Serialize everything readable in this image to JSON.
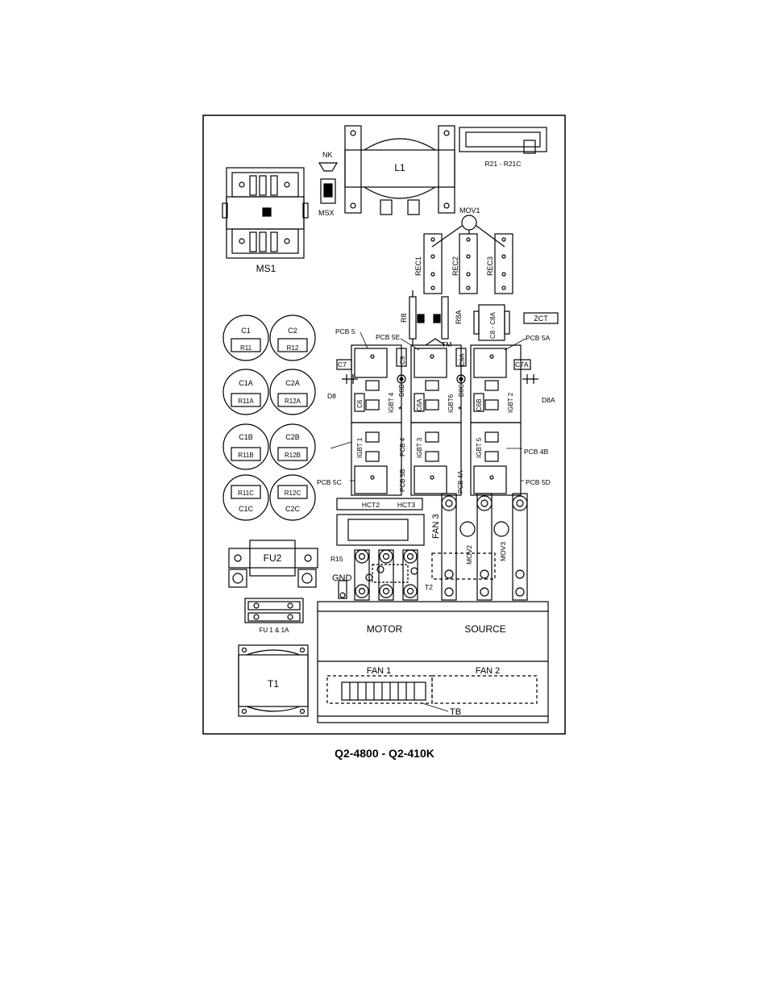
{
  "caption": "Q2-4800 - Q2-410K",
  "labels": {
    "l1": "L1",
    "nk": "NK",
    "msx": "MSX",
    "r21": "R21 - R21C",
    "mov1": "MOV1",
    "ms1": "MS1",
    "rec1": "REC1",
    "rec2": "REC2",
    "rec3": "REC3",
    "r8": "R8",
    "r8a": "R8A",
    "c8": "C8 - C8A",
    "zct": "ZCT",
    "pcb5": "PCB 5",
    "pcb5e": "PCB 5E",
    "pcb5a": "PCB 5A",
    "tm": "TM",
    "c9": "C9",
    "c9a": "C9A",
    "c7": "C7",
    "c7a": "C7A",
    "d8": "D8",
    "d8a": "D8A",
    "d8b": "D8B",
    "d8c": "D8C",
    "star": "*",
    "c6": "C6",
    "c6a": "C6A",
    "c6b": "C6B",
    "igbt4": "IGBT 4",
    "igbt6": "IGBT6",
    "igbt2": "IGBT 2",
    "igbt1": "IGBT 1",
    "igbt3": "IGBT 3",
    "igbt5": "IGBT 5",
    "pcb4": "PCB 4",
    "pcb4a": "PCB 4A",
    "pcb4b": "PCB 4B",
    "pcb5b": "PCB 5B",
    "pcb5c": "PCB 5C",
    "pcb5d": "PCB 5D",
    "hct2": "HCT2",
    "hct3": "HCT3",
    "fan3": "FAN 3",
    "mov2": "MOV2",
    "mov3": "MOV3",
    "r15": "R15",
    "gnd": "GND",
    "t2": "T2",
    "fu2": "FU2",
    "fu1": "FU 1 & 1A",
    "t1": "T1",
    "motor": "MOTOR",
    "source": "SOURCE",
    "fan1": "FAN 1",
    "fan2": "FAN 2",
    "tb": "TB",
    "c1": "C1",
    "r11": "R11",
    "c2": "C2",
    "r12": "R12",
    "c1a": "C1A",
    "r11a": "R11A",
    "c2a": "C2A",
    "r12a": "R12A",
    "c1b": "C1B",
    "r11b": "R11B",
    "c2b": "C2B",
    "r12b": "R12B",
    "r11c": "R11C",
    "c1c": "C1C",
    "r12c": "R12C",
    "c2c": "C2C"
  }
}
